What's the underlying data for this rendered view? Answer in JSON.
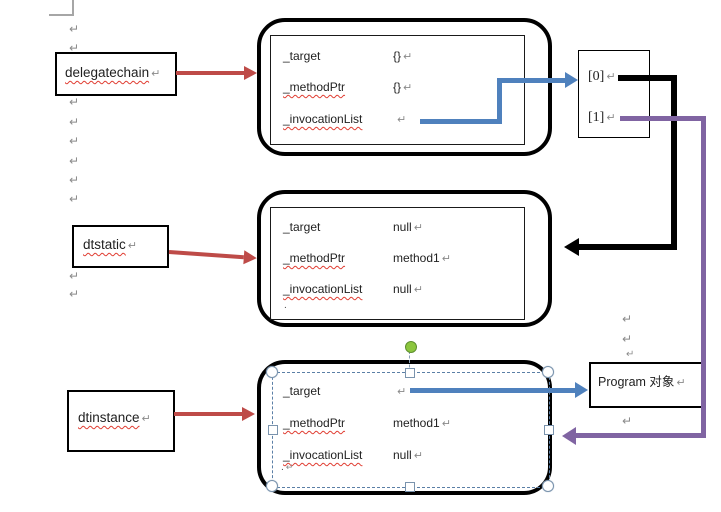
{
  "icons": {
    "pilcrow": "↵"
  },
  "colors": {
    "arrow_red": "#BE4B48",
    "arrow_blue": "#4F81BD",
    "arrow_purple": "#8064A2",
    "arrow_black": "#000000",
    "spell_squiggle": "#E03C31",
    "selection_outline": "#5b7fa6",
    "rotate_handle_green": "#8CC63E"
  },
  "callouts": {
    "delegatechain": {
      "label": "delegatechain"
    },
    "dtstatic": {
      "label": "dtstatic"
    },
    "dtinstance": {
      "label": "dtinstance"
    }
  },
  "boxes": [
    {
      "id": "delegatechain-struct",
      "rows": [
        {
          "field": "_target",
          "value": "{}"
        },
        {
          "field": "_methodPtr",
          "value": "{}"
        },
        {
          "field": "_invocationList",
          "value": ""
        }
      ],
      "footnote": ""
    },
    {
      "id": "dtstatic-struct",
      "rows": [
        {
          "field": "_target",
          "value": "null"
        },
        {
          "field": "_methodPtr",
          "value": "method1"
        },
        {
          "field": "_invocationList",
          "value": "null"
        }
      ],
      "footnote": "."
    },
    {
      "id": "dtinstance-struct",
      "rows": [
        {
          "field": "_target",
          "value": ""
        },
        {
          "field": "_methodPtr",
          "value": "method1"
        },
        {
          "field": "_invocationList",
          "value": "null"
        }
      ],
      "footnote": "."
    }
  ],
  "invocation_array": {
    "items": [
      {
        "label": "[0]"
      },
      {
        "label": "[1]"
      }
    ]
  },
  "program_object": {
    "label": "Program 对象"
  }
}
